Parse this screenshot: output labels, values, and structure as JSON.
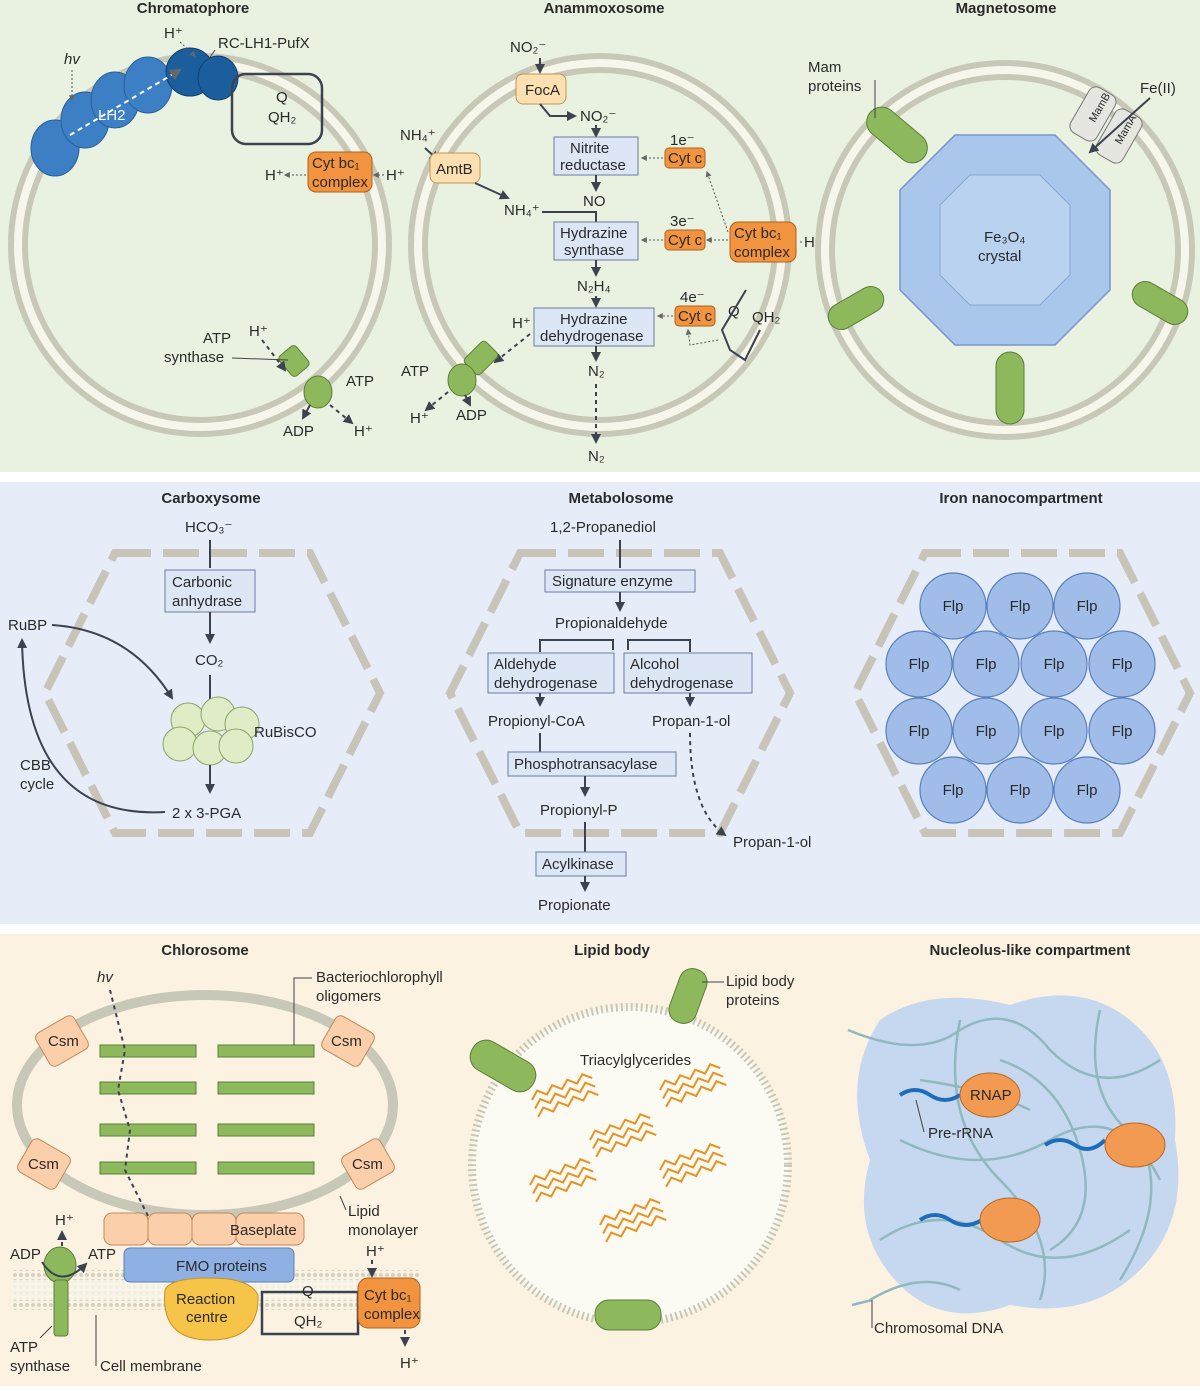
{
  "panels": {
    "chromatophore": {
      "title": "Chromatophore",
      "hv": "hv",
      "h_top": "H⁺",
      "complex": "RC-LH1-PufX",
      "lh2": "LH2",
      "q": "Q",
      "qh2": "QH₂",
      "cyt_line1": "Cyt bc₁",
      "cyt_line2": "complex",
      "h_left": "H⁺",
      "h_right": "H⁺",
      "atp_line1": "ATP",
      "atp_line2": "synthase",
      "h_atp": "H⁺",
      "atp": "ATP",
      "adp": "ADP",
      "h_out": "H⁺"
    },
    "anammoxosome": {
      "title": "Anammoxosome",
      "no2_top": "NO₂⁻",
      "foca": "FocA",
      "no2_in": "NO₂⁻",
      "nh4_out": "NH₄⁺",
      "amtb": "AmtB",
      "nh4_in": "NH₄⁺",
      "nitrite_1": "Nitrite",
      "nitrite_2": "reductase",
      "e1": "1e⁻",
      "cytc1": "Cyt c",
      "no": "NO",
      "hydrazine_s1": "Hydrazine",
      "hydrazine_s2": "synthase",
      "e3": "3e⁻",
      "cytc2": "Cyt c",
      "cyt_line1": "Cyt bc₁",
      "cyt_line2": "complex",
      "h_right": "H⁺",
      "n2h4": "N₂H₄",
      "e4": "4e⁻",
      "cytc3": "Cyt c",
      "q": "Q",
      "qh2": "QH₂",
      "hydrazine_d1": "Hydrazine",
      "hydrazine_d2": "dehydrogenase",
      "h_atp": "H⁺",
      "atp": "ATP",
      "adp": "ADP",
      "h_out": "H⁺",
      "n2_in": "N₂",
      "n2_out": "N₂"
    },
    "magnetosome": {
      "title": "Magnetosome",
      "mam_1": "Mam",
      "mam_2": "proteins",
      "mamb": "MamB",
      "mama": "MamA",
      "fe": "Fe(II)",
      "crystal_1": "Fe₃O₄",
      "crystal_2": "crystal"
    },
    "carboxysome": {
      "title": "Carboxysome",
      "hco3": "HCO₃⁻",
      "ca_1": "Carbonic",
      "ca_2": "anhydrase",
      "co2": "CO₂",
      "rubp": "RuBP",
      "rubisco": "RuBisCO",
      "cbb_1": "CBB",
      "cbb_2": "cycle",
      "pga": "2 x 3-PGA"
    },
    "metabolosome": {
      "title": "Metabolosome",
      "substrate": "1,2-Propanediol",
      "signature": "Signature enzyme",
      "propionaldehyde": "Propionaldehyde",
      "ald_1": "Aldehyde",
      "ald_2": "dehydrogenase",
      "alc_1": "Alcohol",
      "alc_2": "dehydrogenase",
      "propionyl_coa": "Propionyl-CoA",
      "propanol_in": "Propan-1-ol",
      "ptac": "Phosphotransacylase",
      "propionyl_p": "Propionyl-P",
      "propanol_out": "Propan-1-ol",
      "acylkinase": "Acylkinase",
      "propionate": "Propionate"
    },
    "iron": {
      "title": "Iron nanocompartment",
      "flp": "Flp"
    },
    "chlorosome": {
      "title": "Chlorosome",
      "hv": "hv",
      "bchl_1": "Bacteriochlorophyll",
      "bchl_2": "oligomers",
      "csm": "Csm",
      "baseplate": "Baseplate",
      "lipid_1": "Lipid",
      "lipid_2": "monolayer",
      "h_up": "H⁺",
      "adp": "ADP",
      "atp": "ATP",
      "fmo": "FMO proteins",
      "rc_1": "Reaction",
      "rc_2": "centre",
      "q": "Q",
      "qh2": "QH₂",
      "h_cyt": "H⁺",
      "cyt_line1": "Cyt bc₁",
      "cyt_line2": "complex",
      "atp_s1": "ATP",
      "atp_s2": "synthase",
      "cell_membrane": "Cell membrane",
      "h_out": "H⁺"
    },
    "lipid_body": {
      "title": "Lipid body",
      "prot_1": "Lipid body",
      "prot_2": "proteins",
      "tag": "Triacylglycerides"
    },
    "nucleolus": {
      "title": "Nucleolus-like compartment",
      "rnap": "RNAP",
      "prerna": "Pre-rRNA",
      "dna": "Chromosomal DNA"
    }
  },
  "colors": {
    "row1_bg": "#e9f1e0",
    "row2_bg": "#e6ecf8",
    "row3_bg": "#fcf2e1",
    "box": "#dce6f5",
    "cyt": "#f1933f",
    "flp": "#9fbde8",
    "green": "#8db85c"
  }
}
